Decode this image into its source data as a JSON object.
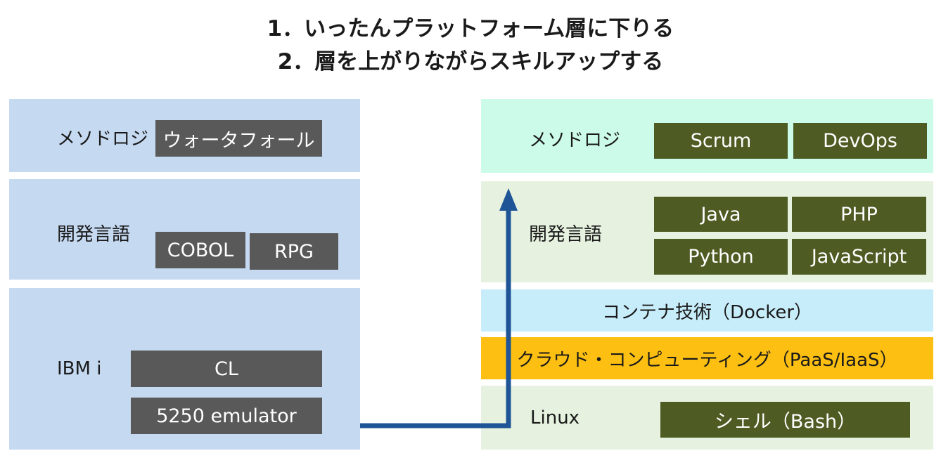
{
  "title": {
    "line1": "1．いったんプラットフォーム層に下りる",
    "line2": "2．層を上がりながらスキルアップする"
  },
  "left": {
    "methodology": {
      "label": "メソドロジ",
      "items": [
        "ウォータフォール"
      ]
    },
    "languages": {
      "label": "開発言語",
      "items": [
        "COBOL",
        "RPG"
      ]
    },
    "platform": {
      "label": "IBM i",
      "items": [
        "CL",
        "5250 emulator"
      ]
    }
  },
  "right": {
    "methodology": {
      "label": "メソドロジ",
      "items": [
        "Scrum",
        "DevOps"
      ]
    },
    "languages": {
      "label": "開発言語",
      "items": [
        "Java",
        "PHP",
        "Python",
        "JavaScript"
      ]
    },
    "container": {
      "label": "コンテナ技術（Docker）"
    },
    "cloud": {
      "label": "クラウド・コンピューティング（PaaS/IaaS）"
    },
    "linux": {
      "label": "Linux",
      "items": [
        "シェル（Bash）"
      ]
    }
  },
  "colors": {
    "left_panel": "#c5d9f1",
    "right_methodology": "#ccfbea",
    "right_light_green": "#e6f2df",
    "container_band": "#c8edfa",
    "cloud_band": "#fcbf12",
    "gray_box": "#595959",
    "olive_box": "#4e5b22",
    "arrow": "#1f5597"
  }
}
